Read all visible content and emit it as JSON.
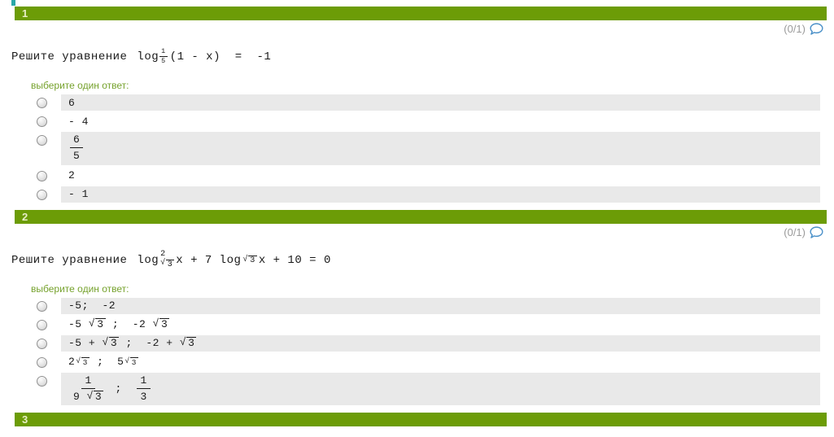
{
  "ui": {
    "colors": {
      "bar_green": "#6c9c07",
      "bar_number": "#e7eec6",
      "row_gray": "#e9e9e9",
      "prompt_green": "#76a22d",
      "score_gray": "#9a9a9a",
      "bubble_blue": "#4a90c8"
    },
    "bubble_icon": "comment-bubble"
  },
  "questions": [
    {
      "number": "1",
      "score": "(0/1)",
      "text_prefix": "Решите уравнение",
      "equation_parts": [
        {
          "t": "txt",
          "v": "log"
        },
        {
          "t": "subfrac",
          "num": [
            {
              "t": "txt",
              "v": "1"
            }
          ],
          "den": [
            {
              "t": "txt",
              "v": "5"
            }
          ]
        },
        {
          "t": "txt",
          "v": "(1 - x)  =  -1"
        }
      ],
      "choose_prompt": "выберите один ответ:",
      "options": [
        {
          "shaded": true,
          "parts": [
            {
              "t": "txt",
              "v": "6"
            }
          ]
        },
        {
          "shaded": false,
          "parts": [
            {
              "t": "txt",
              "v": "- 4"
            }
          ]
        },
        {
          "shaded": true,
          "parts": [
            {
              "t": "frac",
              "num": [
                {
                  "t": "txt",
                  "v": "6"
                }
              ],
              "den": [
                {
                  "t": "txt",
                  "v": "5"
                }
              ]
            }
          ]
        },
        {
          "shaded": false,
          "parts": [
            {
              "t": "txt",
              "v": "2"
            }
          ]
        },
        {
          "shaded": true,
          "parts": [
            {
              "t": "txt",
              "v": "- 1"
            }
          ]
        }
      ]
    },
    {
      "number": "2",
      "score": "(0/1)",
      "text_prefix": "Решите уравнение",
      "equation_parts": [
        {
          "t": "txt",
          "v": "log"
        },
        {
          "t": "supsub",
          "sup": [
            {
              "t": "txt",
              "v": "2"
            }
          ],
          "sub": [
            {
              "t": "root",
              "v": "3"
            }
          ]
        },
        {
          "t": "txt",
          "v": "x + 7 log"
        },
        {
          "t": "subsc",
          "v": [
            {
              "t": "root",
              "v": "3"
            }
          ]
        },
        {
          "t": "txt",
          "v": "x + 10 = 0"
        }
      ],
      "choose_prompt": "выберите один ответ:",
      "options": [
        {
          "shaded": true,
          "parts": [
            {
              "t": "txt",
              "v": "-5;  -2"
            }
          ]
        },
        {
          "shaded": false,
          "parts": [
            {
              "t": "txt",
              "v": "-5 "
            },
            {
              "t": "root",
              "v": "3"
            },
            {
              "t": "txt",
              "v": " ;  -2 "
            },
            {
              "t": "root",
              "v": "3"
            }
          ]
        },
        {
          "shaded": true,
          "parts": [
            {
              "t": "txt",
              "v": "-5 + "
            },
            {
              "t": "root",
              "v": "3"
            },
            {
              "t": "txt",
              "v": " ;  -2 + "
            },
            {
              "t": "root",
              "v": "3"
            }
          ]
        },
        {
          "shaded": false,
          "parts": [
            {
              "t": "txt",
              "v": "2"
            },
            {
              "t": "sup",
              "v": [
                {
                  "t": "root",
                  "v": "3"
                }
              ]
            },
            {
              "t": "txt",
              "v": " ;  5"
            },
            {
              "t": "sup",
              "v": [
                {
                  "t": "root",
                  "v": "3"
                }
              ]
            }
          ]
        },
        {
          "shaded": true,
          "parts": [
            {
              "t": "frac",
              "num": [
                {
                  "t": "txt",
                  "v": "1"
                }
              ],
              "den": [
                {
                  "t": "txt",
                  "v": "9 "
                },
                {
                  "t": "root",
                  "v": "3"
                }
              ]
            },
            {
              "t": "txt",
              "v": " ;  "
            },
            {
              "t": "frac",
              "num": [
                {
                  "t": "txt",
                  "v": "1"
                }
              ],
              "den": [
                {
                  "t": "txt",
                  "v": "3"
                }
              ]
            }
          ]
        }
      ]
    }
  ],
  "next_section": {
    "number": "3"
  }
}
